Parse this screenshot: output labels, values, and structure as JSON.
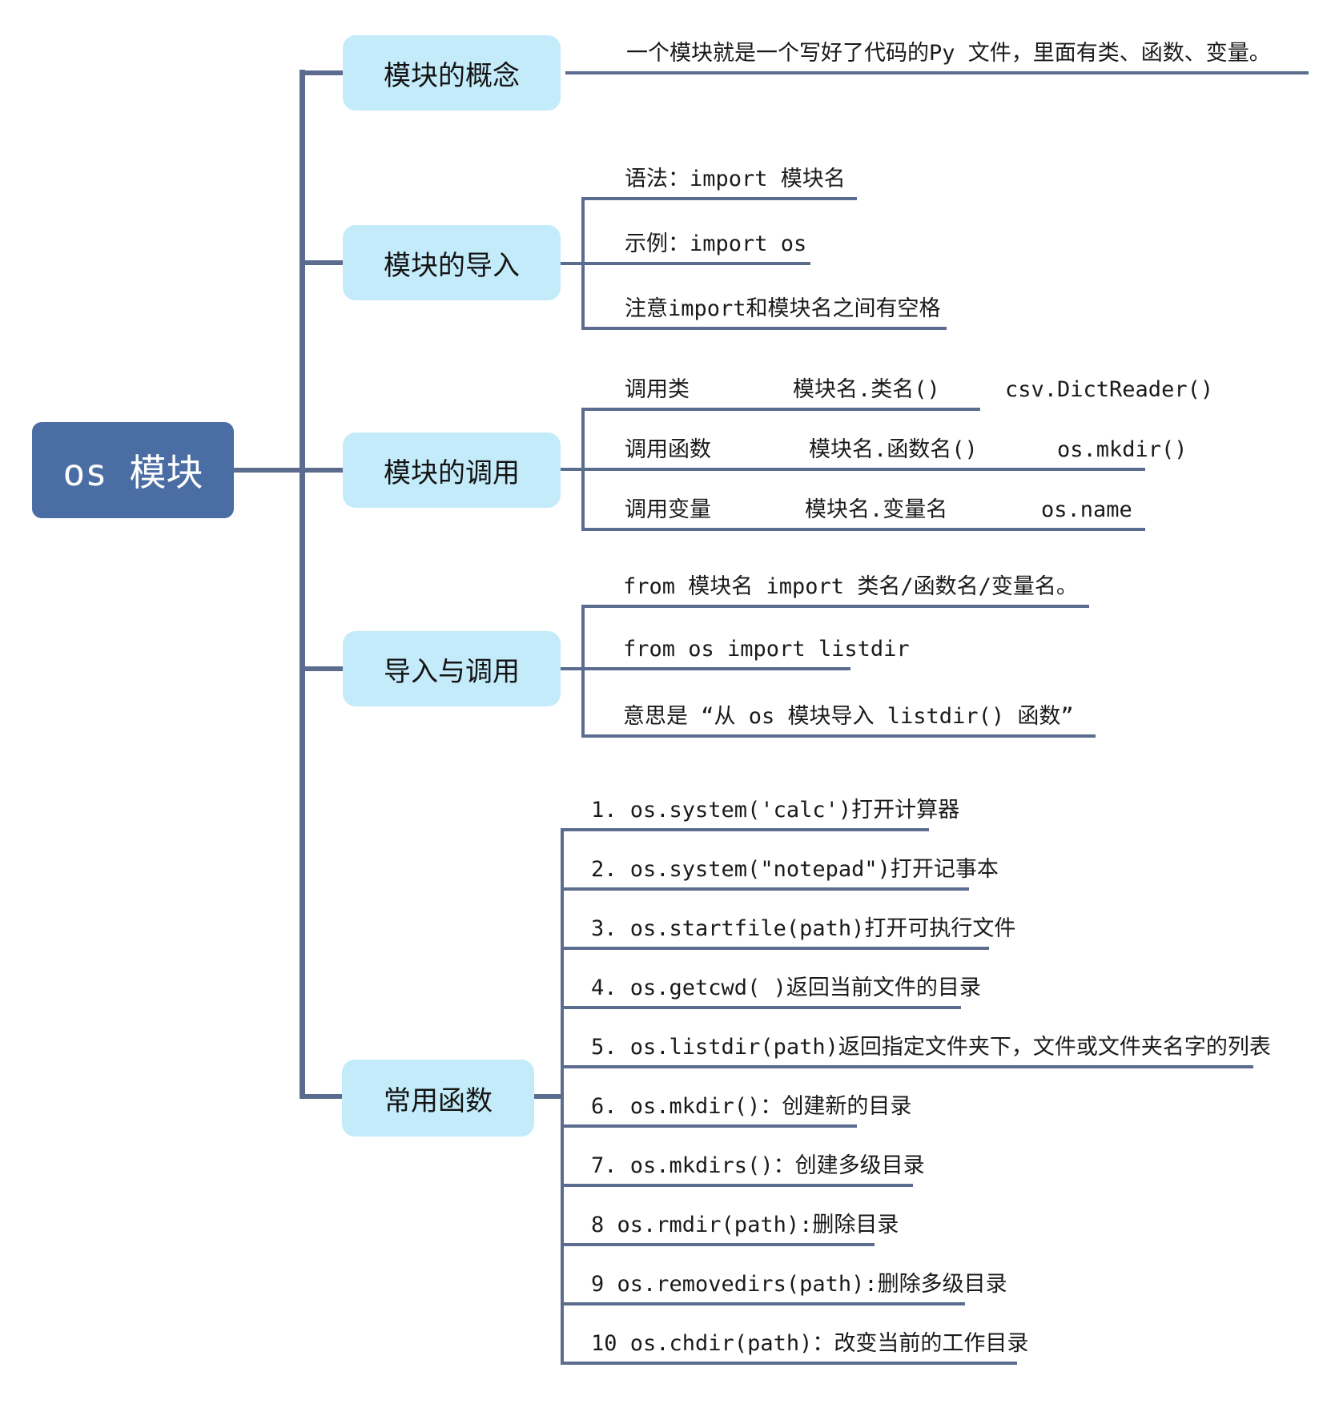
{
  "root": {
    "label": "os 模块"
  },
  "branches": [
    {
      "label": "模块的概念",
      "children": [
        {
          "text": "一个模块就是一个写好了代码的Py 文件，里面有类、函数、变量。"
        }
      ]
    },
    {
      "label": "模块的导入",
      "children": [
        {
          "text": "语法：import  模块名"
        },
        {
          "text": "示例：import os"
        },
        {
          "text": "注意import和模块名之间有空格"
        }
      ]
    },
    {
      "label": "模块的调用",
      "rows": [
        {
          "cols": [
            "调用类",
            "模块名.类名()",
            "csv.DictReader()"
          ]
        },
        {
          "cols": [
            "调用函数",
            "模块名.函数名()",
            "os.mkdir()"
          ]
        },
        {
          "cols": [
            "调用变量",
            "模块名.变量名",
            "os.name"
          ]
        }
      ]
    },
    {
      "label": "导入与调用",
      "children": [
        {
          "text": "from 模块名 import 类名/函数名/变量名。"
        },
        {
          "text": "from os import listdir"
        },
        {
          "text": "意思是 “从 os 模块导入 listdir() 函数”"
        }
      ]
    },
    {
      "label": "常用函数",
      "children": [
        {
          "text": "1. os.system('calc')打开计算器"
        },
        {
          "text": "2. os.system(\"notepad\")打开记事本"
        },
        {
          "text": "3. os.startfile(path)打开可执行文件"
        },
        {
          "text": "4. os.getcwd( )返回当前文件的目录"
        },
        {
          "text": "5. os.listdir(path)返回指定文件夹下，文件或文件夹名字的列表"
        },
        {
          "text": "6. os.mkdir()：创建新的目录"
        },
        {
          "text": "7. os.mkdirs()：创建多级目录"
        },
        {
          "text": "8 os.rmdir(path):删除目录"
        },
        {
          "text": "9 os.removedirs(path):删除多级目录"
        },
        {
          "text": "10 os.chdir(path)：改变当前的工作目录"
        }
      ]
    }
  ],
  "colors": {
    "root_bg": "#4a6da3",
    "branch_bg": "#c4ebfa",
    "line": "#5b6c8e"
  }
}
